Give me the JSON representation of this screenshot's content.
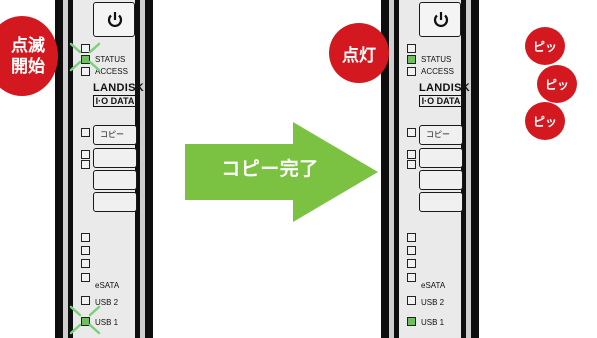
{
  "colors": {
    "device_body": "#0e0e0e",
    "device_panel": "#eaeaea",
    "led_on": "#6ec05a",
    "led_flash": "#7ad07a",
    "callout_red": "#d3181f",
    "arrow_green": "#7cc242",
    "text_white": "#ffffff"
  },
  "left_device": {
    "led_labels": {
      "status": "STATUS",
      "access": "ACCESS",
      "esata": "eSATA",
      "usb2": "USB 2",
      "usb1": "USB 1"
    },
    "brand": {
      "name": "LANDISK",
      "sub": "I·O DATA"
    },
    "copy_button_label": "コピー",
    "state": {
      "status_led": "blinking",
      "usb1_led": "blinking"
    }
  },
  "right_device": {
    "led_labels": {
      "status": "STATUS",
      "access": "ACCESS",
      "esata": "eSATA",
      "usb2": "USB 2",
      "usb1": "USB 1"
    },
    "brand": {
      "name": "LANDISK",
      "sub": "I·O DATA"
    },
    "copy_button_label": "コピー",
    "state": {
      "status_led": "on",
      "usb1_led": "on"
    }
  },
  "callouts": {
    "blink_start": "点滅\n開始",
    "lit": "点灯",
    "beep": "ピッ"
  },
  "arrow": {
    "label": "コピー完了",
    "icon": "right-arrow-icon"
  },
  "icons": {
    "power": "power-icon",
    "flash": "flash-burst-icon"
  }
}
